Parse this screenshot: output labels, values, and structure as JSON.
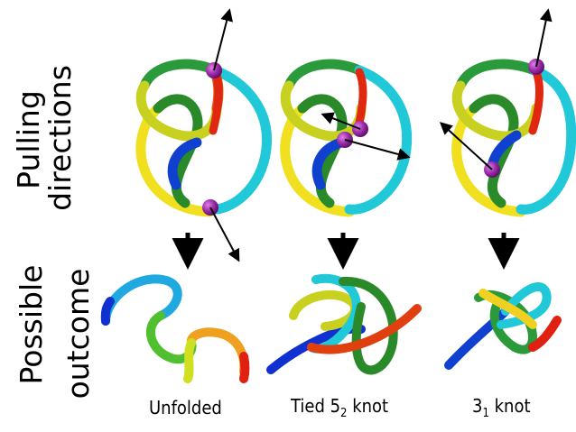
{
  "row_labels": {
    "top_line1": "Pulling",
    "top_line2": "directions",
    "bottom_line1": "Possible",
    "bottom_line2": "outcome"
  },
  "captions": {
    "unfolded": "Unfolded",
    "tied_prefix": "Tied 5",
    "tied_sub": "2",
    "tied_suffix": " knot",
    "trefoil_prefix": "3",
    "trefoil_sub": "1",
    "trefoil_suffix": " knot"
  },
  "colors": {
    "rainbow": [
      "#1030d0",
      "#20b8e0",
      "#20c8c0",
      "#30b040",
      "#c8e020",
      "#f0a020",
      "#e02010"
    ],
    "bead": "#8a1e9a",
    "arrow": "#000000"
  }
}
